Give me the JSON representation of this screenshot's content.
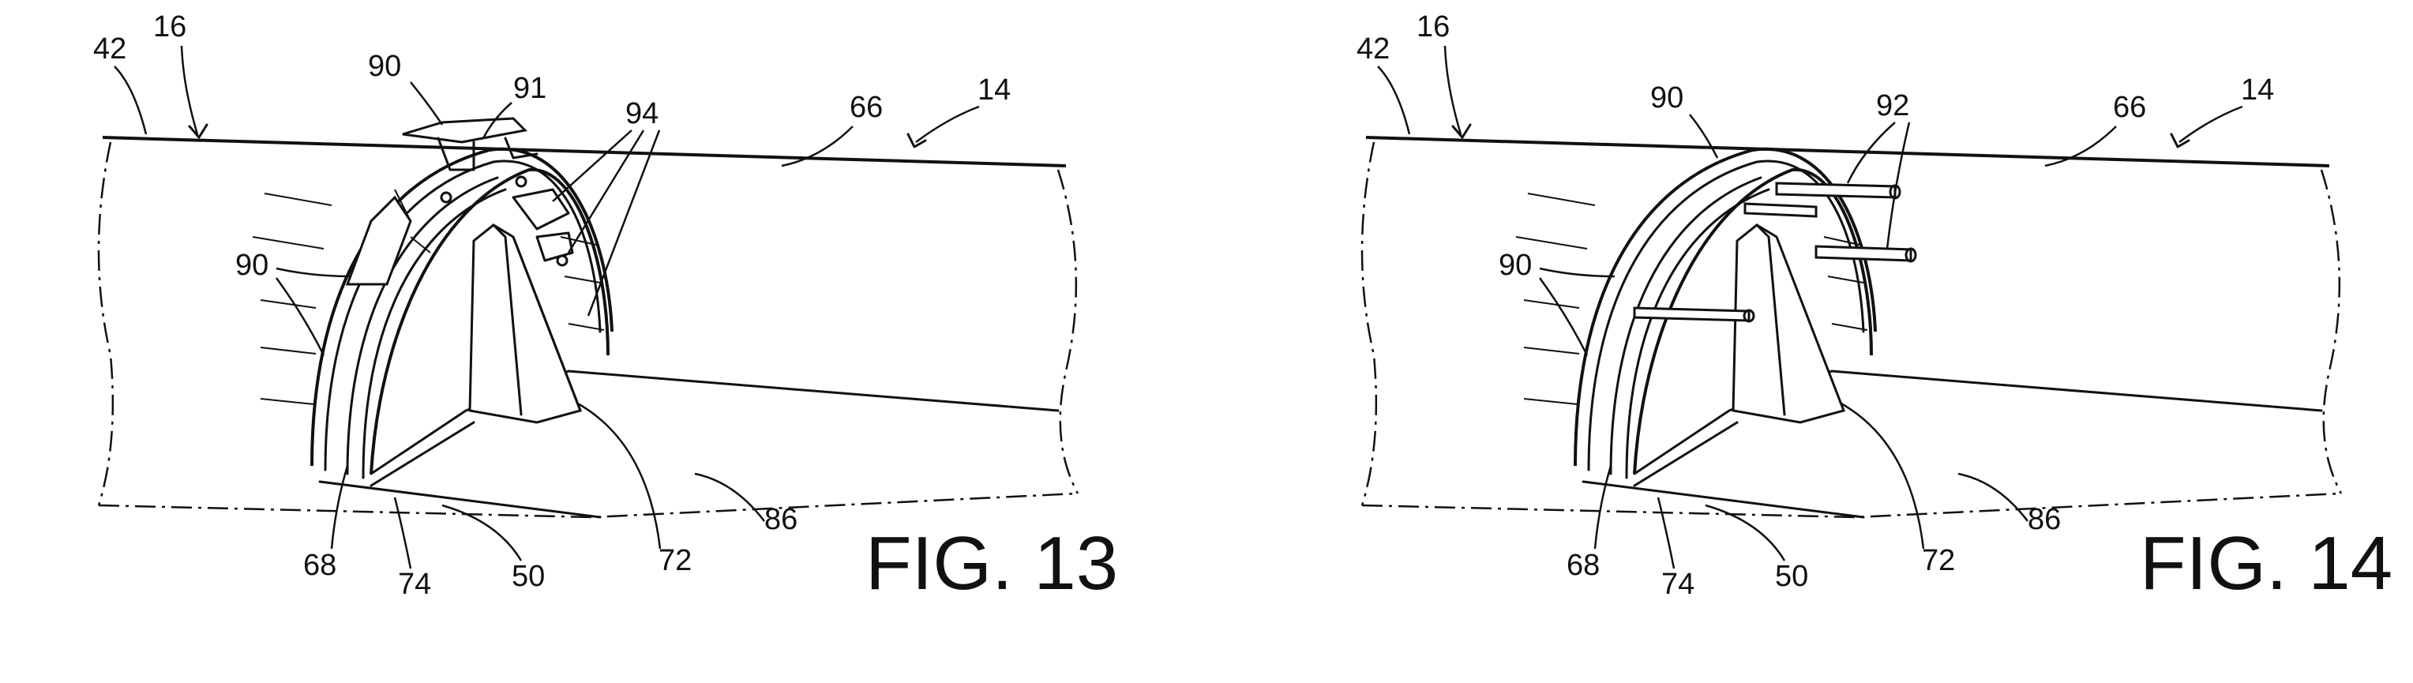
{
  "figures": [
    {
      "id": "fig13",
      "caption": "FIG. 13",
      "labels": {
        "l42": "42",
        "l16": "16",
        "l90a": "90",
        "l91": "91",
        "l94": "94",
        "l66": "66",
        "l14": "14",
        "l90b": "90",
        "l68": "68",
        "l74": "74",
        "l50": "50",
        "l72": "72",
        "l86": "86"
      }
    },
    {
      "id": "fig14",
      "caption": "FIG. 14",
      "labels": {
        "l42": "42",
        "l16": "16",
        "l90a": "90",
        "l92": "92",
        "l66": "66",
        "l14": "14",
        "l90b": "90",
        "l68": "68",
        "l74": "74",
        "l50": "50",
        "l72": "72",
        "l86": "86"
      }
    }
  ]
}
